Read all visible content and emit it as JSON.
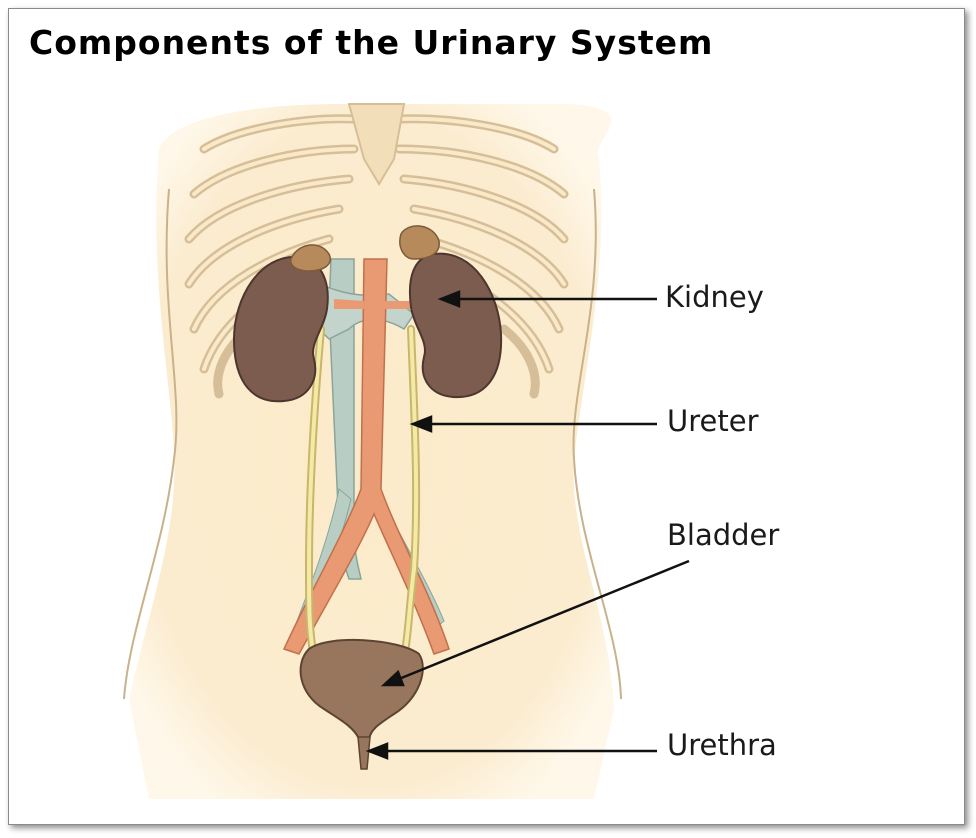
{
  "title": "Components of the Urinary System",
  "labels": {
    "kidney": "Kidney",
    "ureter": "Ureter",
    "bladder": "Bladder",
    "urethra": "Urethra"
  },
  "colors": {
    "skin": "#fae9c8",
    "rib_outline": "#d9c49e",
    "kidney": "#7d5c50",
    "adrenal": "#b78a5c",
    "aorta": "#e99a72",
    "vena_cava": "#b8cdc4",
    "ureter": "#f3eaa8",
    "bladder": "#98765d"
  }
}
